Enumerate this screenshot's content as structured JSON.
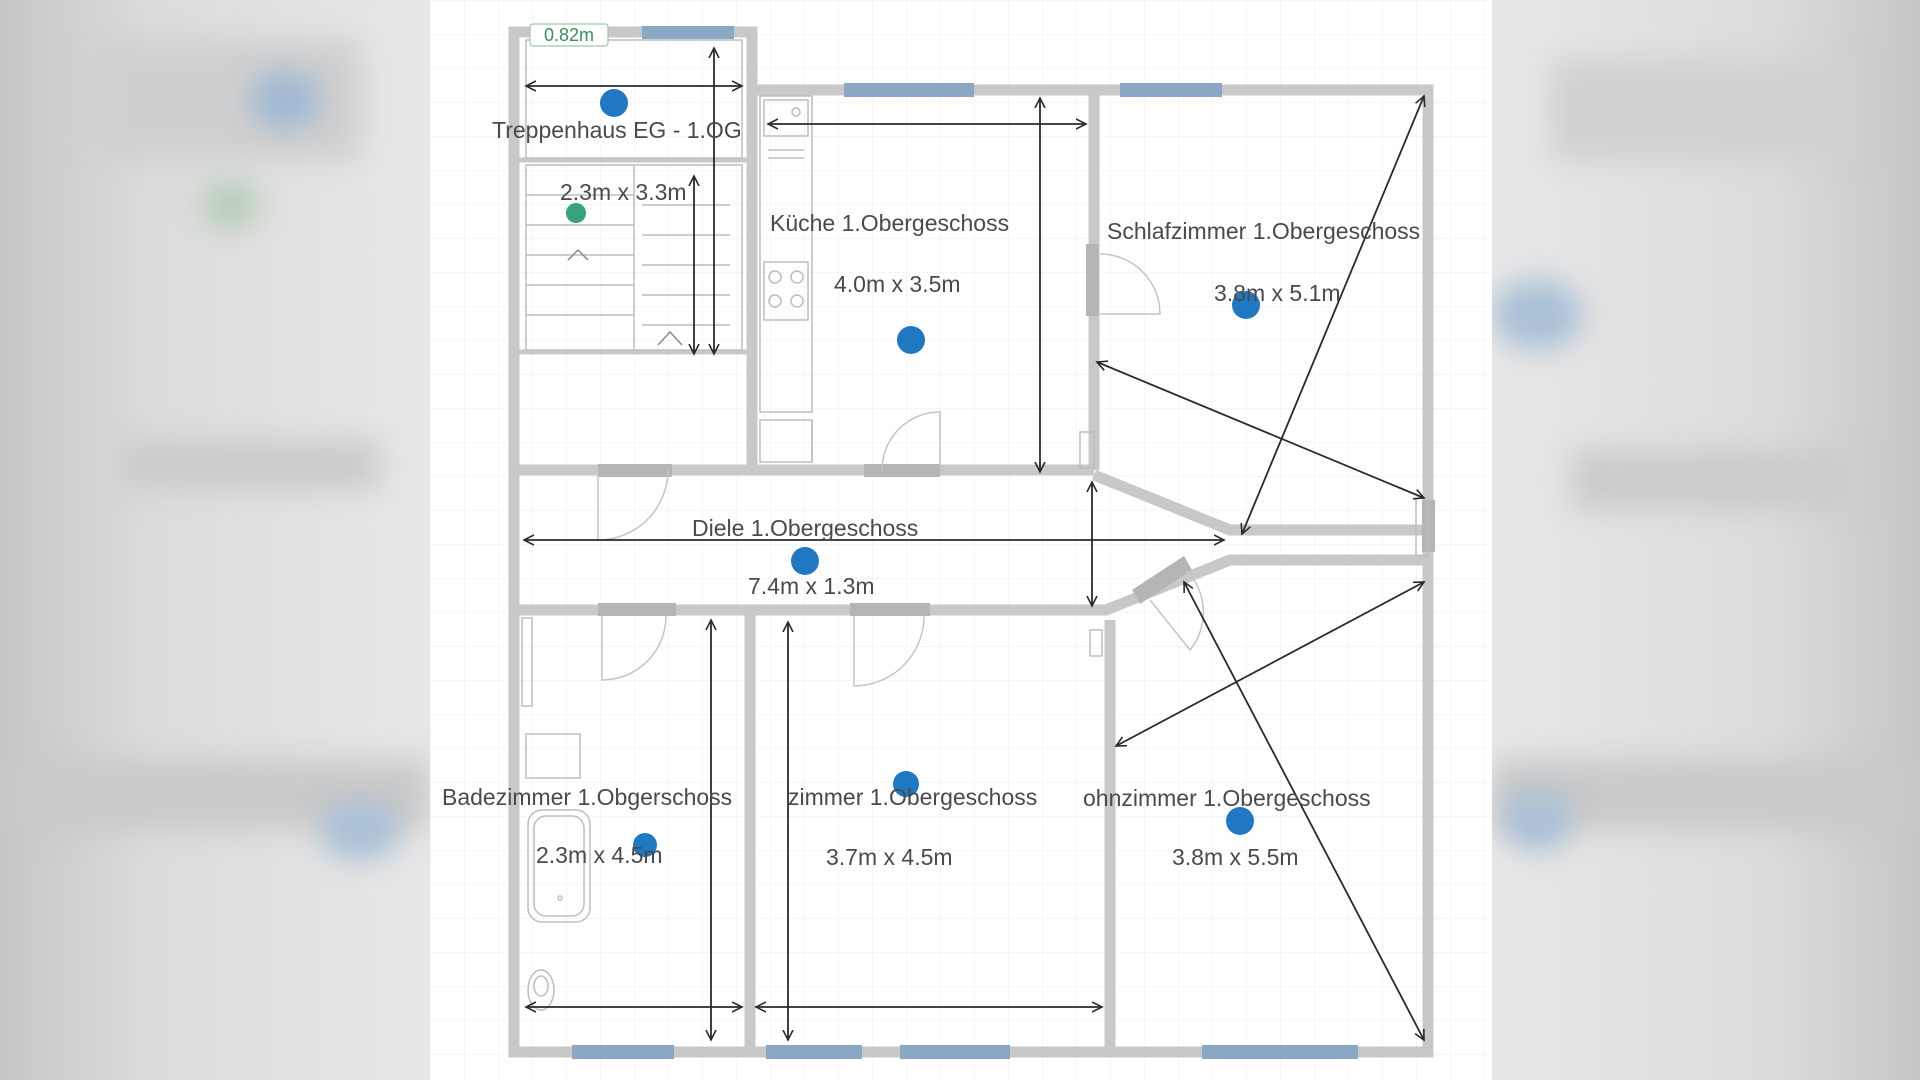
{
  "plan": {
    "scale_badge": "0.82m",
    "rooms": [
      {
        "id": "treppenhaus",
        "name": "Treppenhaus EG - 1.OG",
        "size": "2.3m x 3.3m"
      },
      {
        "id": "kueche",
        "name": "Küche 1.Obergeschoss",
        "size": "4.0m x 3.5m"
      },
      {
        "id": "schlafzimmer",
        "name": "Schlafzimmer 1.Obergeschoss",
        "size": "3.8m x 5.1m"
      },
      {
        "id": "diele",
        "name": "Diele 1.Obergeschoss",
        "size": "7.4m x 1.3m"
      },
      {
        "id": "badezimmer",
        "name": "Badezimmer 1.Obgerschoss",
        "size": "2.3m x 4.5m"
      },
      {
        "id": "zimmer",
        "name": "zimmer 1.Obergeschoss",
        "size": "3.7m x 4.5m"
      },
      {
        "id": "wohnzimmer",
        "name": "ohnzimmer 1.Obergeschoss",
        "size": "3.8m x 5.5m"
      }
    ],
    "colors": {
      "wall": "#c8c8c8",
      "window": "#8aa7c6",
      "door": "#b5b5b5",
      "marker": "#1f78c1",
      "marker_green": "#3aa17e",
      "arrow": "#2a2a2a",
      "text": "#4a4a4a",
      "grid": "#eeeeee"
    }
  }
}
